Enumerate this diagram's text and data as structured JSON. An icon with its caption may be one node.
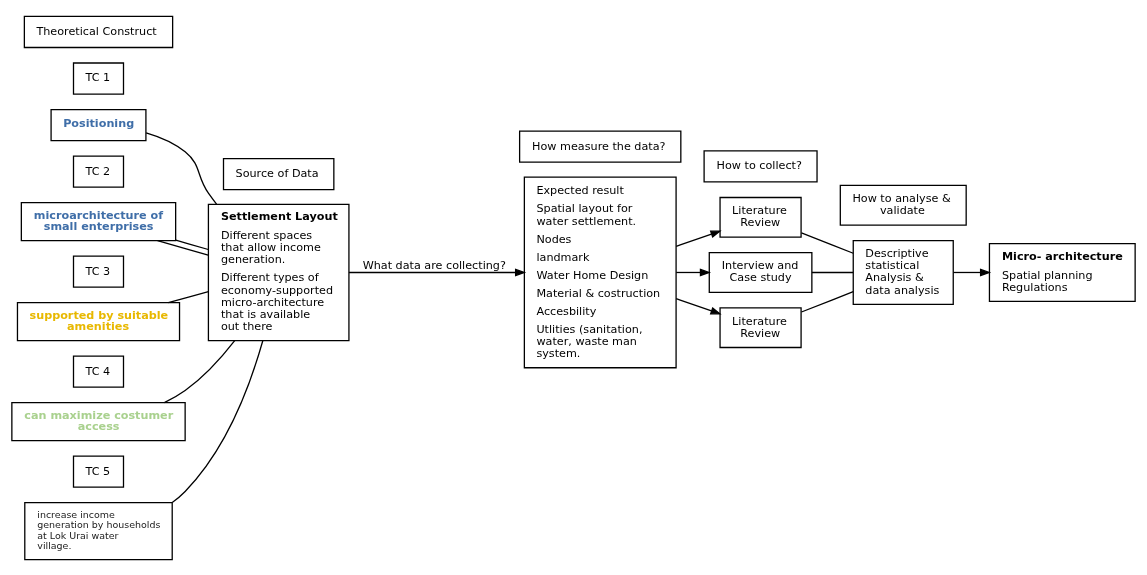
{
  "diagram": {
    "nodes": [
      {
        "text": [
          "Theoretical Construct"
        ]
      },
      {
        "text": [
          "Source of Data"
        ]
      },
      {
        "text": [
          "How measure the data?"
        ]
      },
      {
        "text": [
          "How to collect?"
        ]
      },
      {
        "text": [
          "How to analyse & validate"
        ]
      },
      {
        "text": [
          "TC 1"
        ]
      },
      {
        "text": [
          "Positioning"
        ]
      },
      {
        "text": [
          "TC 2"
        ]
      },
      {
        "text": [
          "microarchitecture of small enterprises"
        ]
      },
      {
        "text": [
          "TC 3"
        ]
      },
      {
        "text": [
          "supported by suitable amenities"
        ]
      },
      {
        "text": [
          "TC 4"
        ]
      },
      {
        "text": [
          "can maximize costumer access"
        ]
      },
      {
        "text": [
          "TC 5"
        ]
      },
      {
        "text": [
          "increase income generation by households at Lok Urai water village."
        ]
      },
      {
        "text": [
          "Settlement Layout",
          "Different spaces that allow income generation.",
          "Different types of economy-supported micro-architecture that is available out there"
        ]
      },
      {
        "text": [
          "Expected result",
          "Spatial layout for water settlement.",
          "Nodes",
          "landmark",
          "Water Home Design",
          "Material & costruction",
          "Accesbility",
          "Utlities (sanitation, water, waste man system."
        ]
      },
      {
        "text": [
          "Literature Review"
        ]
      },
      {
        "text": [
          "Interview and Case study"
        ]
      },
      {
        "text": [
          "Literature Review"
        ]
      },
      {
        "text": [
          "Descriptive statistical Analysis & data analysis"
        ]
      },
      {
        "text": [
          "Micro- architecture",
          "Spatial planning Regulations"
        ]
      }
    ],
    "edges": [
      {
        "from": 6,
        "to": 15,
        "arrow": "none"
      },
      {
        "from": 8,
        "to": 15,
        "arrow": "none"
      },
      {
        "from": 8,
        "to": 15,
        "arrow": "none"
      },
      {
        "from": 10,
        "to": 15,
        "arrow": "none"
      },
      {
        "from": 12,
        "to": 15,
        "arrow": "none"
      },
      {
        "from": 14,
        "to": 15,
        "arrow": "none"
      },
      {
        "from": 15,
        "to": 16,
        "arrow": "to",
        "label": "What data are collecting?"
      },
      {
        "from": 16,
        "to": 17,
        "arrow": "to"
      },
      {
        "from": 16,
        "to": 18,
        "arrow": "to"
      },
      {
        "from": 16,
        "to": 19,
        "arrow": "to"
      },
      {
        "from": 17,
        "to": 20,
        "arrow": "none"
      },
      {
        "from": 18,
        "to": 20,
        "arrow": "none"
      },
      {
        "from": 19,
        "to": 20,
        "arrow": "none"
      },
      {
        "from": 20,
        "to": 21,
        "arrow": "to"
      }
    ]
  }
}
